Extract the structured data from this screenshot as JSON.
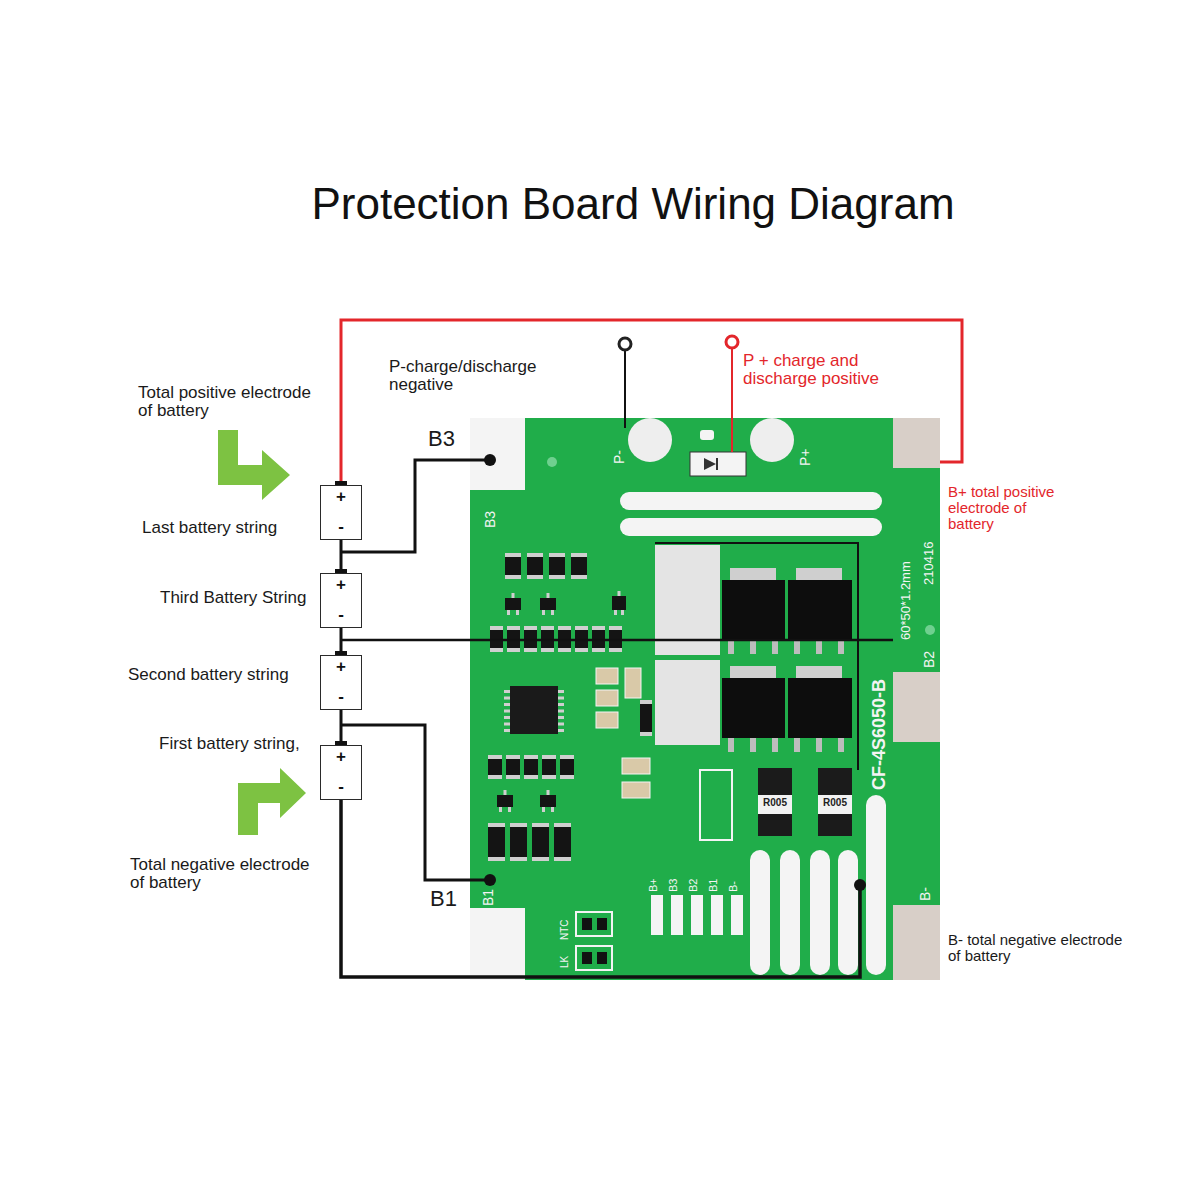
{
  "diagram": {
    "title": "Protection Board Wiring Diagram",
    "nodes": [
      {
        "text": [
          "+",
          "-"
        ]
      },
      {
        "text": [
          "+",
          "-"
        ]
      },
      {
        "text": [
          "+",
          "-"
        ]
      },
      {
        "text": [
          "+",
          "-"
        ]
      }
    ],
    "edges": [
      {
        "from": 0,
        "to": 1,
        "arrow": "none"
      },
      {
        "from": 1,
        "to": 2,
        "arrow": "none"
      },
      {
        "from": 2,
        "to": 3,
        "arrow": "none"
      }
    ],
    "labels": [
      "Total positive electrode of battery",
      "P-charge/discharge negative",
      "P + charge and discharge positive",
      "B3",
      "Last battery string",
      "B+ total positive electrode of battery",
      "Third Battery String",
      "Second battery string",
      "First battery string,",
      "Total negative electrode of battery",
      "B1",
      "B- total negative electrode of battery",
      "P-",
      "P+",
      "B3",
      "CF-4S6050-B",
      "60*50*1.2mm",
      "210416",
      "B2",
      "R005",
      "R005",
      "B+",
      "B3",
      "B2",
      "B1",
      "B-",
      "B-",
      "B1",
      "NTC",
      "LK"
    ]
  }
}
